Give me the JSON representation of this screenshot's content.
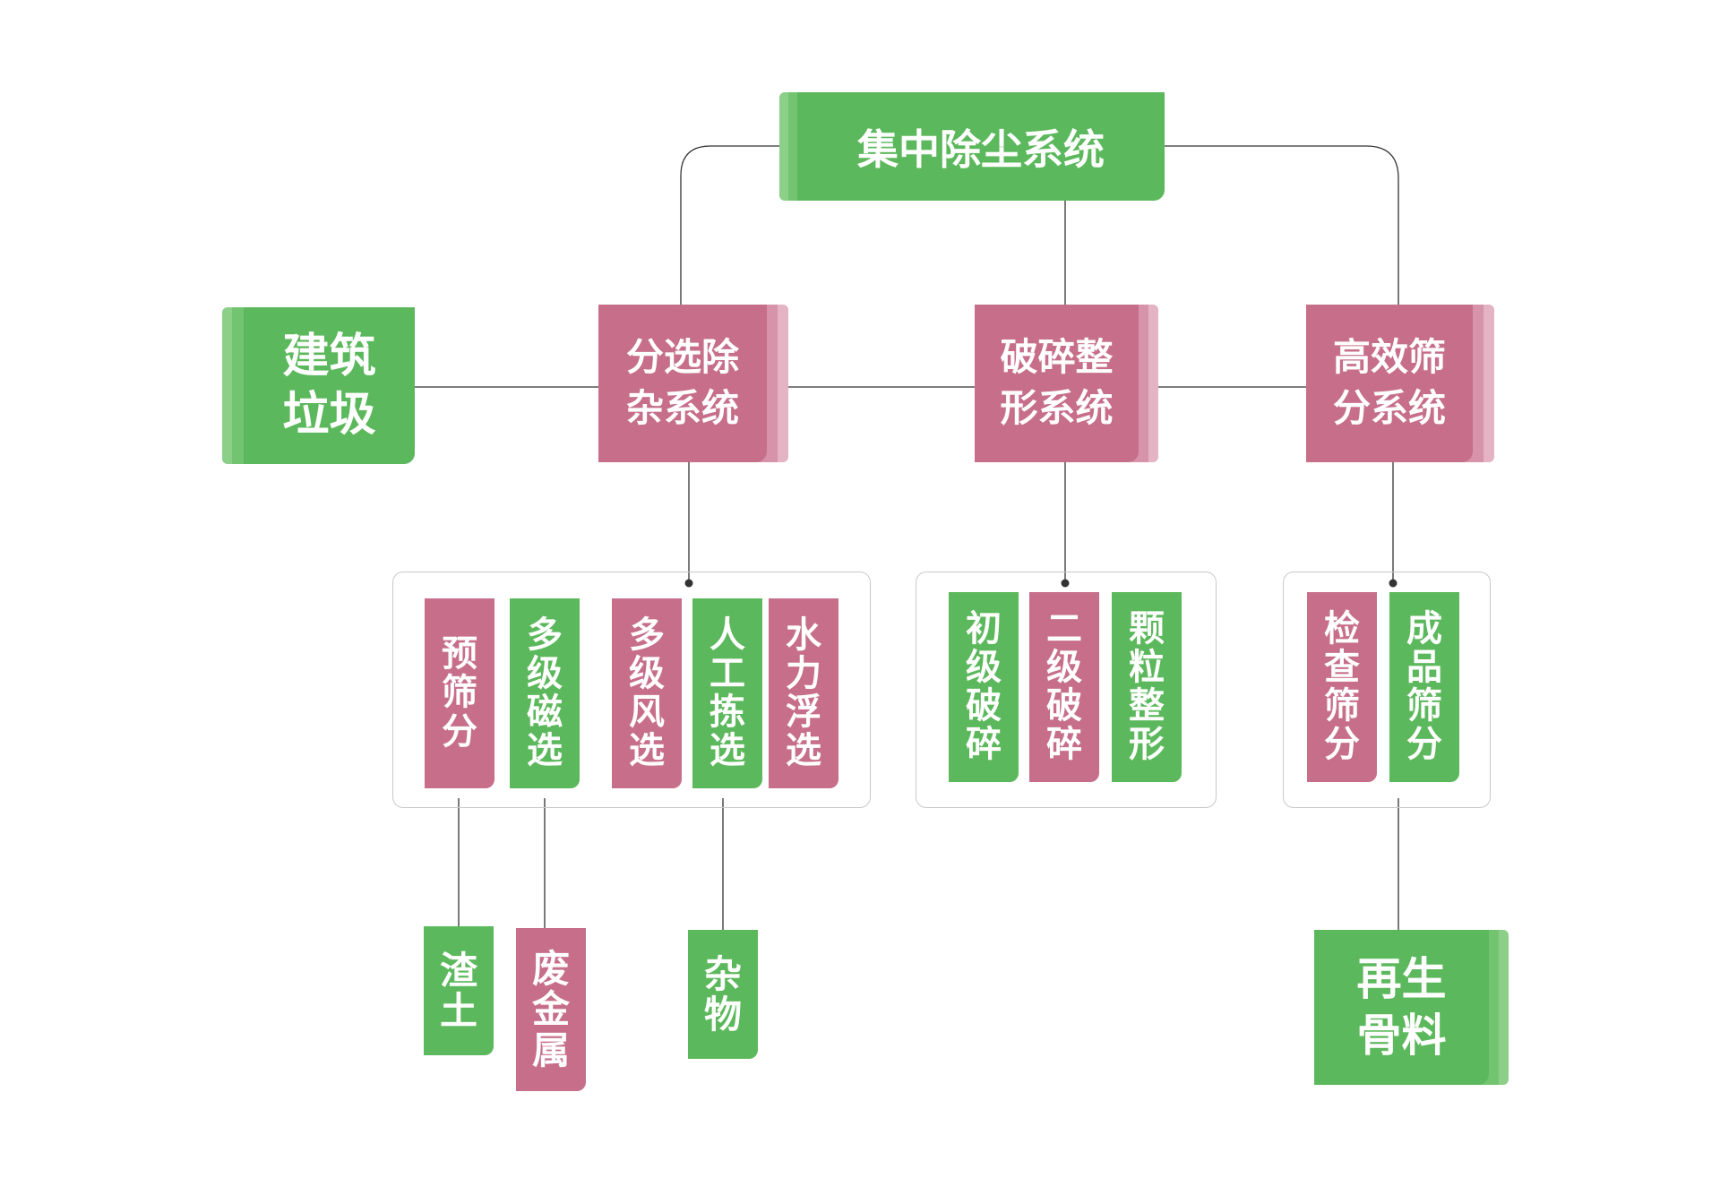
{
  "top": {
    "label": "集中除尘系统"
  },
  "input": {
    "label": "建筑\n垃圾"
  },
  "systems": {
    "sorting": "分选除\n杂系统",
    "crushing": "破碎整\n形系统",
    "screening": "高效筛\n分系统"
  },
  "steps": {
    "sorting": [
      "预筛分",
      "多级磁选",
      "多级风选",
      "人工拣选",
      "水力浮选"
    ],
    "crushing": [
      "初级破碎",
      "二级破碎",
      "颗粒整形"
    ],
    "screening": [
      "检查筛分",
      "成品筛分"
    ]
  },
  "outputs": {
    "soil": "渣土",
    "metal": "废金属",
    "debris": "杂物",
    "aggregate": "再生\n骨料"
  },
  "colors": {
    "green": "#5cb85c",
    "pink": "#c66e8a",
    "line": "#333333",
    "group_border": "#c9c9c9"
  }
}
